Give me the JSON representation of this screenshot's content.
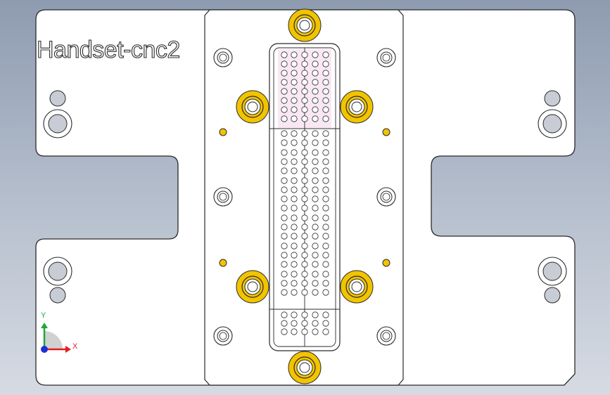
{
  "viewport": {
    "part_name": "Handset-cnc2",
    "triad": {
      "x_label": "X",
      "y_label": "Y",
      "x_color": "#e0201f",
      "y_color": "#1fa838",
      "z_color": "#1f2fd8"
    }
  },
  "colors": {
    "plate": "#ffffff",
    "outline": "#2a2a2a",
    "bolt_face": "#f2c400",
    "dowel_face": "#f2c400",
    "highlight_pin": "#f0a010",
    "pad_tint": "#f4d6ea"
  }
}
